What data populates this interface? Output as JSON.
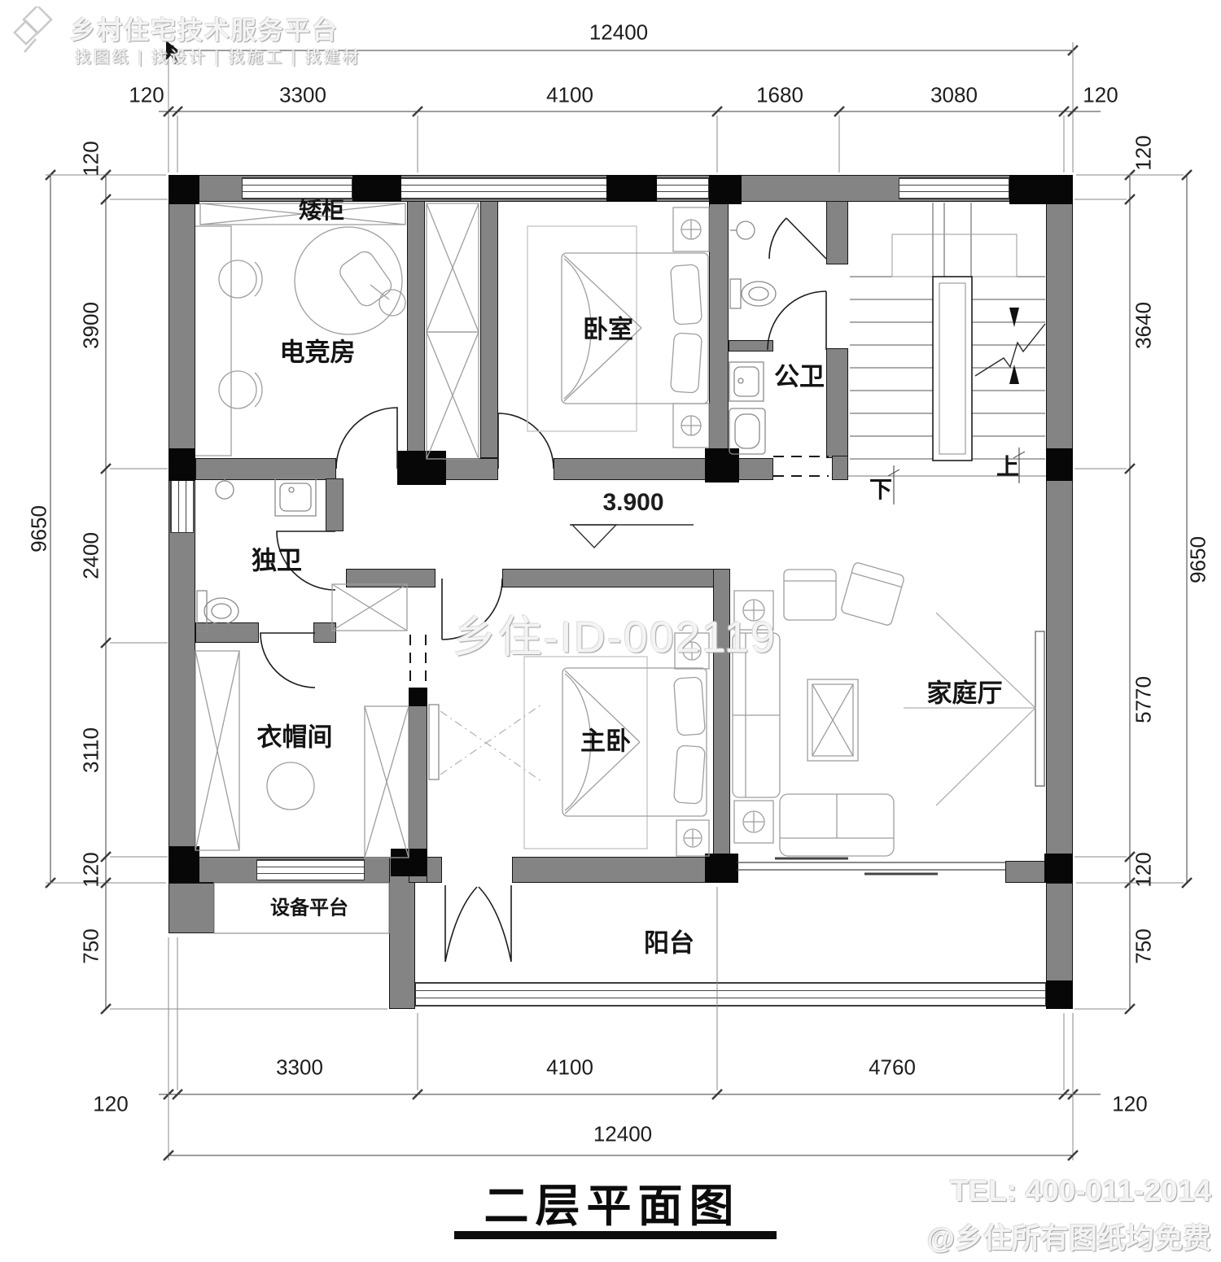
{
  "branding": {
    "logo_title": "乡村住宅技术服务平台",
    "logo_subtitle": "找图纸 | 找设计 | 找施工 | 找建材",
    "watermark": "乡住-ID-002119",
    "tel": "TEL: 400-011-2014",
    "free_note": "@乡住所有图纸均免费"
  },
  "sheet": {
    "title": "二层平面图",
    "level": "3.900"
  },
  "rooms": {
    "low_cabinet": "矮柜",
    "esports_room": "电竞房",
    "bedroom": "卧室",
    "public_bath": "公卫",
    "private_bath": "独卫",
    "cloakroom": "衣帽间",
    "master_bedroom": "主卧",
    "family_hall": "家庭厅",
    "equipment_platform": "设备平台",
    "balcony": "阳台"
  },
  "stairs": {
    "down": "下",
    "up": "上"
  },
  "dims": {
    "top_overall": "12400",
    "top": [
      "120",
      "3300",
      "4100",
      "1680",
      "3080",
      "120"
    ],
    "bottom_overall": "12400",
    "bottom": [
      "3300",
      "4100",
      "4760"
    ],
    "bottom_left_edge": "120",
    "bottom_right_edge": "120",
    "left_overall": "9650",
    "left": [
      "120",
      "3900",
      "2400",
      "3110",
      "120",
      "750"
    ],
    "right_overall": "9650",
    "right": [
      "120",
      "3640",
      "5770",
      "120",
      "750"
    ]
  },
  "colors": {
    "wall": "#848484",
    "column": "#070707",
    "line": "#333333"
  }
}
